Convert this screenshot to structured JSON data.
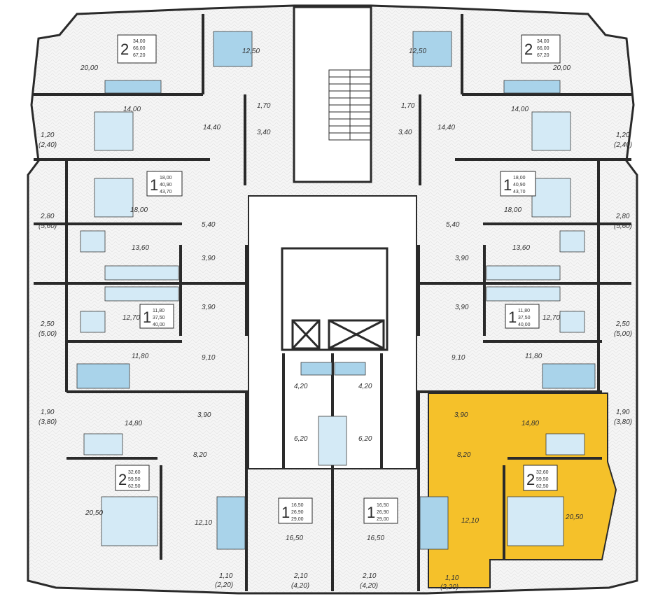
{
  "colors": {
    "wall": "#2a2a2a",
    "floor": "#f4f4f4",
    "highlight": "#f5c12a",
    "furniture": "#a9d3ea"
  },
  "apartments": [
    {
      "id": "top-left-2",
      "rooms": "2",
      "areas": [
        "34,00",
        "66,00",
        "67,20"
      ]
    },
    {
      "id": "top-right-2",
      "rooms": "2",
      "areas": [
        "34,00",
        "66,00",
        "67,20"
      ]
    },
    {
      "id": "upper-left-1",
      "rooms": "1",
      "areas": [
        "18,00",
        "40,90",
        "43,70"
      ]
    },
    {
      "id": "upper-right-1",
      "rooms": "1",
      "areas": [
        "18,00",
        "40,90",
        "43,70"
      ]
    },
    {
      "id": "mid-left-1",
      "rooms": "1",
      "areas": [
        "11,80",
        "37,50",
        "40,00"
      ]
    },
    {
      "id": "mid-right-1",
      "rooms": "1",
      "areas": [
        "11,80",
        "37,50",
        "40,00"
      ]
    },
    {
      "id": "bottom-left-2",
      "rooms": "2",
      "areas": [
        "32,60",
        "59,50",
        "62,50"
      ]
    },
    {
      "id": "bottom-right-2",
      "rooms": "2",
      "areas": [
        "32,60",
        "59,50",
        "62,50"
      ]
    },
    {
      "id": "bottom-center-left-1",
      "rooms": "1",
      "areas": [
        "16,50",
        "26,90",
        "29,00"
      ]
    },
    {
      "id": "bottom-center-right-1",
      "rooms": "1",
      "areas": [
        "16,50",
        "26,90",
        "29,00"
      ]
    }
  ],
  "room_labels": {
    "tl_kitchen": "12,50",
    "tr_kitchen": "12,50",
    "tl_living": "20,00",
    "tr_living": "20,00",
    "tl_bed": "14,00",
    "tr_bed": "14,00",
    "tl_hall": "14,40",
    "tr_hall": "14,40",
    "tl_wc": "1,70",
    "tr_wc": "1,70",
    "tl_bath": "3,40",
    "tr_bath": "3,40",
    "tl_balc1": "1,20",
    "tl_balc1b": "(2,40)",
    "tr_balc1": "1,20",
    "tr_balc1b": "(2,40)",
    "ul_bed": "18,00",
    "ur_bed": "18,00",
    "ul_balc": "2,80",
    "ul_balcb": "(5,60)",
    "ur_balc": "2,80",
    "ur_balcb": "(5,60)",
    "ul_hall": "5,40",
    "ur_hall": "5,40",
    "ul_kitchen": "13,60",
    "ur_kitchen": "13,60",
    "ul_bath": "3,90",
    "ur_bath": "3,90",
    "ml_bath": "3,90",
    "mr_bath": "3,90",
    "ml_kitchen": "12,70",
    "mr_kitchen": "12,70",
    "ml_balc": "2,50",
    "ml_balcb": "(5,00)",
    "mr_balc": "2,50",
    "mr_balcb": "(5,00)",
    "ml_living": "11,80",
    "mr_living": "11,80",
    "ml_hall": "9,10",
    "mr_hall": "9,10",
    "bl_balc": "1,90",
    "bl_balcb": "(3,80)",
    "br_balc": "1,90",
    "br_balcb": "(3,80)",
    "bl_kitchen": "14,80",
    "br_kitchen": "14,80",
    "bl_bath": "3,90",
    "br_bath": "3,90",
    "bl_hall": "8,20",
    "br_hall": "8,20",
    "bl_bed": "20,50",
    "br_bed": "20,50",
    "bl_room": "12,10",
    "br_room": "12,10",
    "bl_balc2": "1,10",
    "bl_balc2b": "(2,20)",
    "br_balc2": "1,10",
    "br_balc2b": "(2,20)",
    "c_bath_l": "4,20",
    "c_bath_r": "4,20",
    "c_hall_l": "6,20",
    "c_hall_r": "6,20",
    "c_room_l": "16,50",
    "c_room_r": "16,50",
    "c_balc_l": "2,10",
    "c_balc_lb": "(4,20)",
    "c_balc_r": "2,10",
    "c_balc_rb": "(4,20)"
  }
}
